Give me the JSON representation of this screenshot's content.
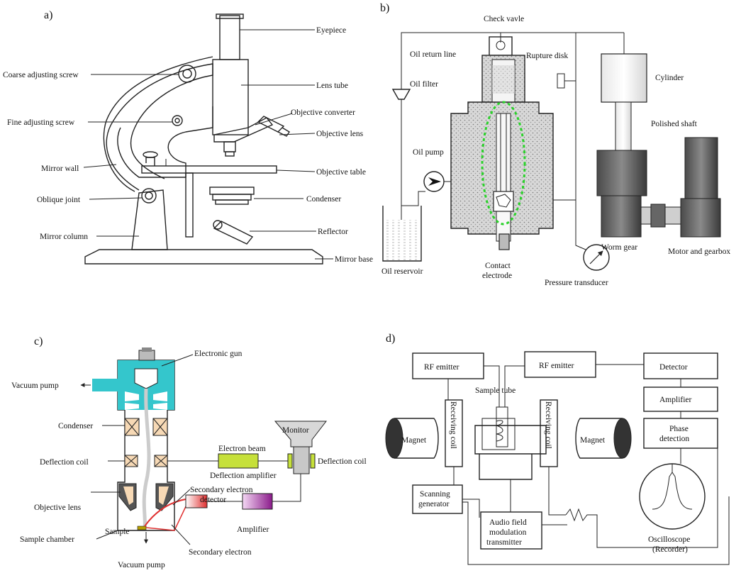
{
  "panels": {
    "a": {
      "tag": "a)",
      "labels": {
        "eyepiece": "Eyepiece",
        "coarse": "Coarse adjusting screw",
        "lens_tube": "Lens tube",
        "obj_converter": "Objective converter",
        "fine": "Fine adjusting screw",
        "obj_lens": "Objective lens",
        "mirror_wall": "Mirror wall",
        "obj_table": "Objective table",
        "oblique": "Oblique joint",
        "condenser": "Condenser",
        "reflector": "Reflector",
        "mirror_column": "Mirror column",
        "mirror_base": "Mirror base"
      }
    },
    "b": {
      "tag": "b)",
      "labels": {
        "check_valve": "Check vavle",
        "oil_return": "Oil return line",
        "rupture": "Rupture disk",
        "cylinder": "Cylinder",
        "oil_filter": "Oil filter",
        "polished": "Polished shaft",
        "oil_pump": "Oil pump",
        "oil_reservoir": "Oil reservoir",
        "contact": "Contact",
        "electrode": "electrode",
        "worm": "Worm gear",
        "motor": "Motor and gearbox",
        "pressure": "Pressure transducer"
      }
    },
    "c": {
      "tag": "c)",
      "labels": {
        "gun": "Electronic gun",
        "vacuum_pump_top": "Vacuum pump",
        "condenser": "Condenser",
        "monitor": "Monitor",
        "electron_beam": "Electron beam",
        "deflection_coil": "Deflection coil",
        "deflection_amp": "Deflection amplifier",
        "deflection_coil_r": "Deflection coil",
        "secondary_detector_1": "Secondary electron",
        "secondary_detector_2": "detector",
        "objective_lens": "Objective lens",
        "amplifier": "Amplifier",
        "sample_chamber": "Sample chamber",
        "sample": "Sample",
        "secondary_electron": "Secondary electron",
        "vacuum_pump_bottom": "Vacuum pump"
      }
    },
    "d": {
      "tag": "d)",
      "labels": {
        "rf1": "RF emitter",
        "rf2": "RF emitter",
        "detector": "Detector",
        "sample_tube": "Sample tube",
        "amplifier": "Amplifier",
        "receiving_left": "Receiving coil",
        "receiving_right": "Receiving coil",
        "magnet_left": "Magnet",
        "magnet_right": "Magnet",
        "phase_1": "Phase",
        "phase_2": "detection",
        "scanning_1": "Scanning",
        "scanning_2": "generator",
        "audio_1": "Audio field",
        "audio_2": "modulation",
        "audio_3": "transmitter",
        "osc_1": "Oscilloscope",
        "osc_2": "(Recorder)"
      }
    }
  }
}
